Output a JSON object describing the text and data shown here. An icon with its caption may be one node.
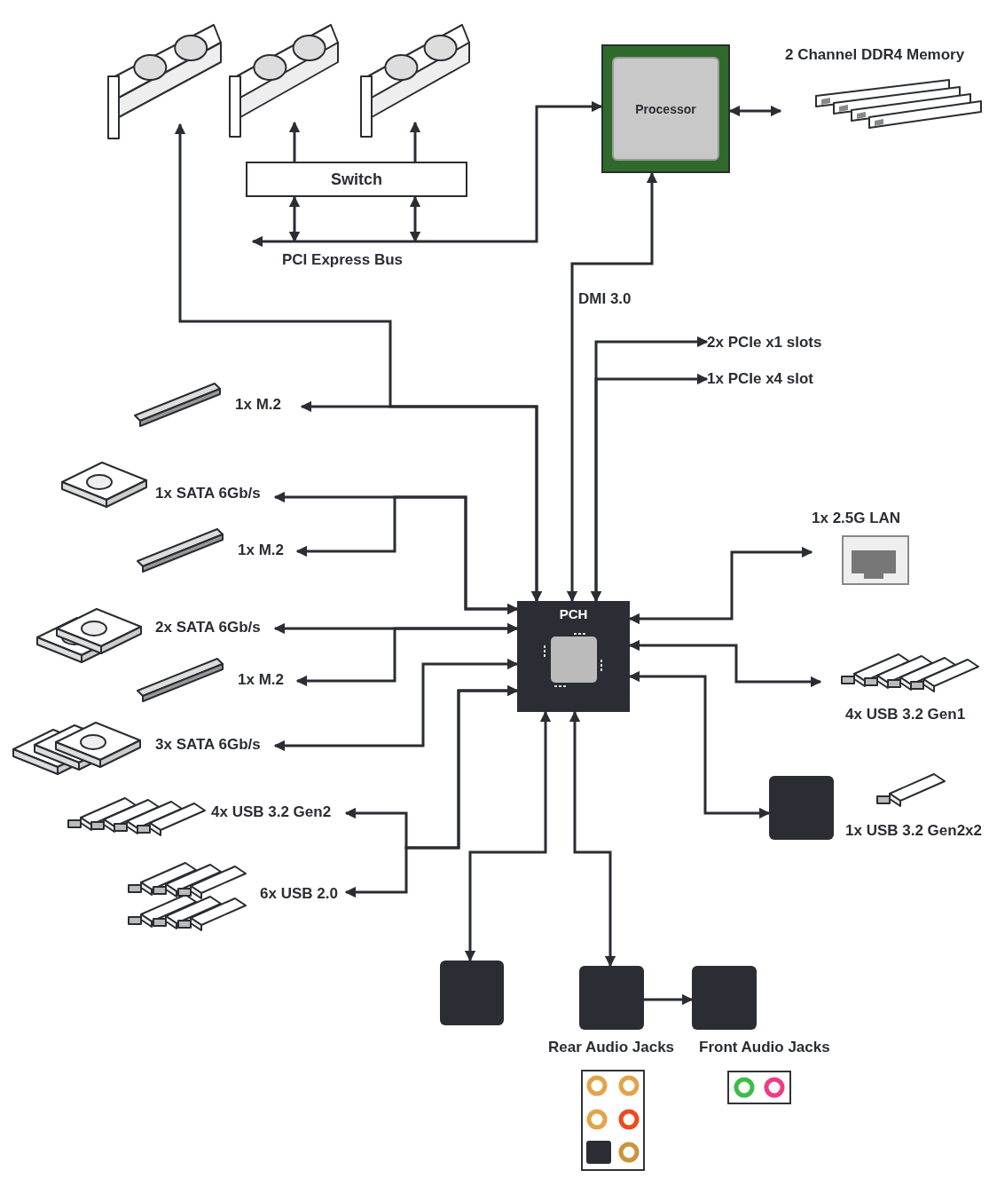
{
  "diagram": {
    "nodes": [
      {
        "text": [],
        "shape": "picture"
      },
      {
        "text": [],
        "shape": "picture"
      },
      {
        "text": [],
        "shape": "picture"
      },
      {
        "text": [
          "Switch"
        ]
      },
      {
        "text": [
          "Processor"
        ]
      },
      {
        "text": [
          "2 Channel DDR4 Memory"
        ]
      },
      {
        "text": [
          "PCH"
        ]
      },
      {
        "text": [
          "2x PCIe x1 slots"
        ]
      },
      {
        "text": [
          "1x PCIe x4 slot"
        ]
      },
      {
        "text": [
          "1x M.2"
        ]
      },
      {
        "text": [
          "1x SATA 6Gb/s"
        ]
      },
      {
        "text": [
          "1x M.2"
        ]
      },
      {
        "text": [
          "2x SATA 6Gb/s"
        ]
      },
      {
        "text": [
          "1x M.2"
        ]
      },
      {
        "text": [
          "3x SATA 6Gb/s"
        ]
      },
      {
        "text": [
          "4x USB 3.2 Gen2"
        ]
      },
      {
        "text": [
          "6x USB 2.0"
        ]
      },
      {
        "text": [
          "1x 2.5G LAN"
        ]
      },
      {
        "text": [
          "4x USB 3.2 Gen1"
        ]
      },
      {
        "text": [],
        "shape": "box"
      },
      {
        "text": [
          "1x USB 3.2 Gen2x2"
        ]
      },
      {
        "text": [],
        "shape": "box"
      },
      {
        "text": [],
        "shape": "box"
      },
      {
        "text": [],
        "shape": "box"
      },
      {
        "text": [
          "Rear Audio Jacks"
        ]
      },
      {
        "text": [
          "Front Audio Jacks"
        ]
      }
    ],
    "edges": [
      {
        "from": 3,
        "to": 1,
        "arrow": "to"
      },
      {
        "from": 3,
        "to": 2,
        "arrow": "to"
      },
      {
        "from": 3,
        "to": null,
        "arrow": "both"
      },
      {
        "from": 3,
        "to": null,
        "arrow": "both"
      },
      {
        "from": null,
        "to": 4,
        "arrow": "both",
        "label": "PCI Express Bus"
      },
      {
        "from": 4,
        "to": 5,
        "arrow": "both"
      },
      {
        "from": 6,
        "to": 4,
        "arrow": "both",
        "label": "DMI 3.0"
      },
      {
        "from": 6,
        "to": 0,
        "arrow": "both"
      },
      {
        "from": 6,
        "to": 9,
        "arrow": "both"
      },
      {
        "from": 6,
        "to": 7,
        "arrow": "both"
      },
      {
        "from": 6,
        "to": 8,
        "arrow": "both"
      },
      {
        "from": 6,
        "to": 10,
        "arrow": "both"
      },
      {
        "from": 6,
        "to": 11,
        "arrow": "both"
      },
      {
        "from": 6,
        "to": 12,
        "arrow": "both"
      },
      {
        "from": 6,
        "to": 13,
        "arrow": "both"
      },
      {
        "from": 6,
        "to": 14,
        "arrow": "both"
      },
      {
        "from": 6,
        "to": 15,
        "arrow": "both"
      },
      {
        "from": 6,
        "to": 16,
        "arrow": "both"
      },
      {
        "from": 6,
        "to": 17,
        "arrow": "both"
      },
      {
        "from": 6,
        "to": 18,
        "arrow": "both"
      },
      {
        "from": 6,
        "to": 19,
        "arrow": "both"
      },
      {
        "from": 6,
        "to": 21,
        "arrow": "both"
      },
      {
        "from": 6,
        "to": 22,
        "arrow": "both"
      },
      {
        "from": 22,
        "to": 23,
        "arrow": "to"
      }
    ]
  }
}
